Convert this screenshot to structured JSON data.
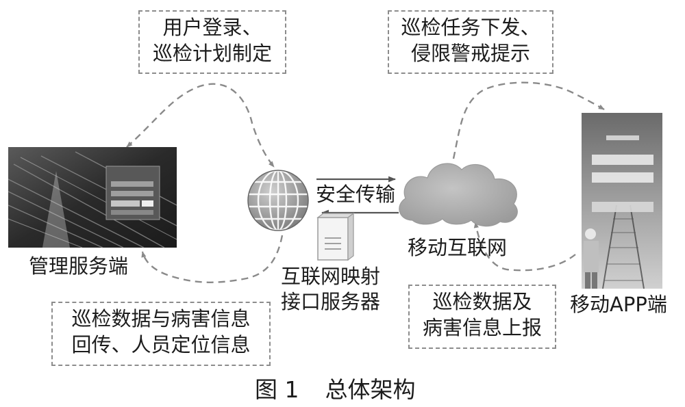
{
  "notes": {
    "top_left": {
      "line1": "用户登录、",
      "line2": "巡检计划制定"
    },
    "top_right": {
      "line1": "巡检任务下发、",
      "line2": "侵限警戒提示"
    },
    "bottom_left": {
      "line1": "巡检数据与病害信息",
      "line2": "回传、人员定位信息"
    },
    "bottom_right": {
      "line1": "巡检数据及",
      "line2": "病害信息上报"
    }
  },
  "nodes": {
    "management": {
      "label": "管理服务端"
    },
    "gateway": {
      "line1": "互联网映射",
      "line2": "接口服务器"
    },
    "transport": {
      "label": "安全传输"
    },
    "mobile_net": {
      "label": "移动互联网"
    },
    "mobile_app": {
      "label": "移动APP端"
    }
  },
  "figure": {
    "number": "图 1",
    "title": "总体架构"
  },
  "colors": {
    "arrow": "#8a8a8a",
    "box_border": "#8c8c8c",
    "globe": "#7a7a7a",
    "cloud": "#a9a9a9",
    "photo_dark": "#2e2e2e"
  }
}
